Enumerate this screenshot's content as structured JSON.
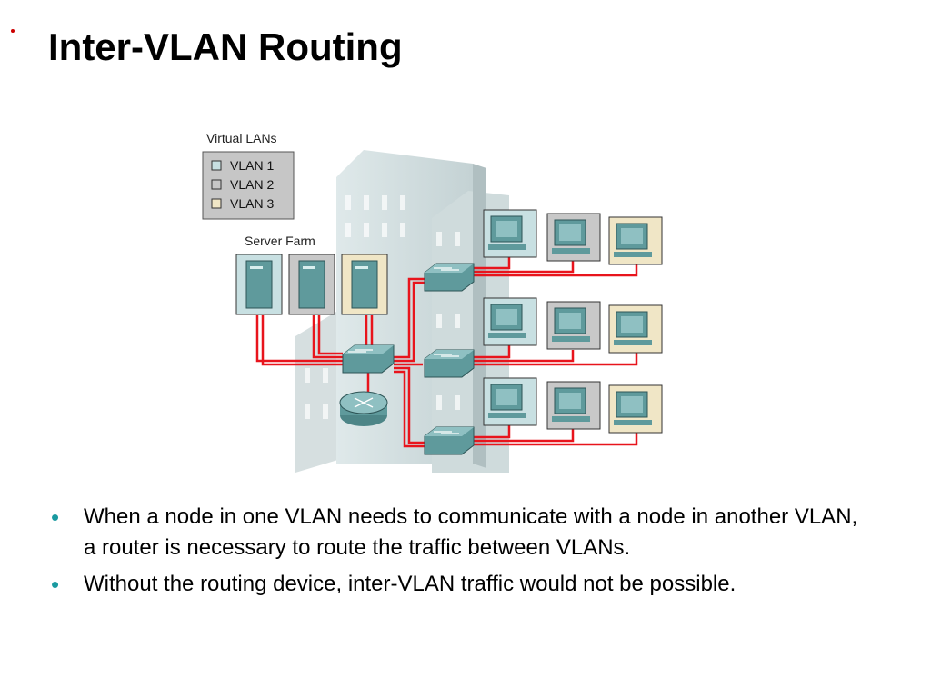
{
  "slide": {
    "title": "Inter-VLAN Routing",
    "bullets": [
      "When a node in one VLAN needs to communicate with a node in another VLAN, a router is necessary to route the traffic between VLANs.",
      "Without the routing device, inter-VLAN traffic would not be possible."
    ]
  },
  "diagram": {
    "legend_title": "Virtual LANs",
    "legend_items": [
      {
        "label": "VLAN 1",
        "color": "#c8e0e2"
      },
      {
        "label": "VLAN 2",
        "color": "#c8c8c8"
      },
      {
        "label": "VLAN 3",
        "color": "#f0e6c6"
      }
    ],
    "server_farm_label": "Server Farm",
    "link_color": "#e8141c",
    "device_color": "#5f9a9c"
  }
}
